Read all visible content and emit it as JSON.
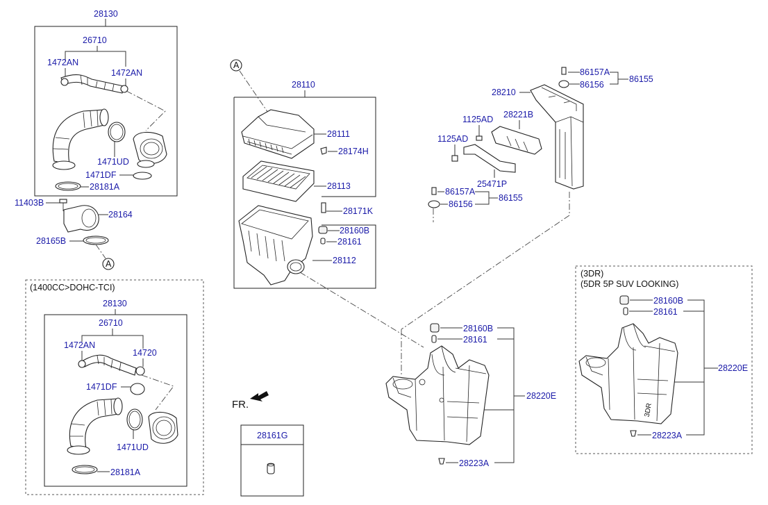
{
  "labels": {
    "p28130_top": "28130",
    "p26710_top": "26710",
    "p1472AN_a": "1472AN",
    "p1472AN_b": "1472AN",
    "p1471UD_top": "1471UD",
    "p1471DF_top": "1471DF",
    "p28181A_top": "28181A",
    "p11403B": "11403B",
    "p28164": "28164",
    "p28165B": "28165B",
    "ref_A_1": "A",
    "ref_A_2": "A",
    "p28110": "28110",
    "p28111": "28111",
    "p28174H": "28174H",
    "p28113": "28113",
    "p28171K": "28171K",
    "p28160B_mid": "28160B",
    "p28161_mid": "28161",
    "p28112": "28112",
    "variant_title": "(1400CC>DOHC-TCI)",
    "p28130_bot": "28130",
    "p26710_bot": "26710",
    "p1472AN_c": "1472AN",
    "p14720": "14720",
    "p1471DF_bot": "1471DF",
    "p1471UD_bot": "1471UD",
    "p28181A_bot": "28181A",
    "fr": "FR.",
    "p28161G": "28161G",
    "p86157A_top": "86157A",
    "p86156_top": "86156",
    "p86155_top": "86155",
    "p28210": "28210",
    "p1125AD_a": "1125AD",
    "p28221B": "28221B",
    "p1125AD_b": "1125AD",
    "p25471P": "25471P",
    "p86157A_bot": "86157A",
    "p86155_bot": "86155",
    "p86156_bot": "86156",
    "p28160B_c": "28160B",
    "p28161_c": "28161",
    "p28220E_c": "28220E",
    "p28223A_c": "28223A",
    "variant2_line1": "(3DR)",
    "variant2_line2": "(5DR 5P SUV LOOKING)",
    "p28160B_r": "28160B",
    "p28161_r": "28161",
    "p28220E_r": "28220E",
    "p28223A_r": "28223A",
    "housing_stamp": "3DR"
  }
}
